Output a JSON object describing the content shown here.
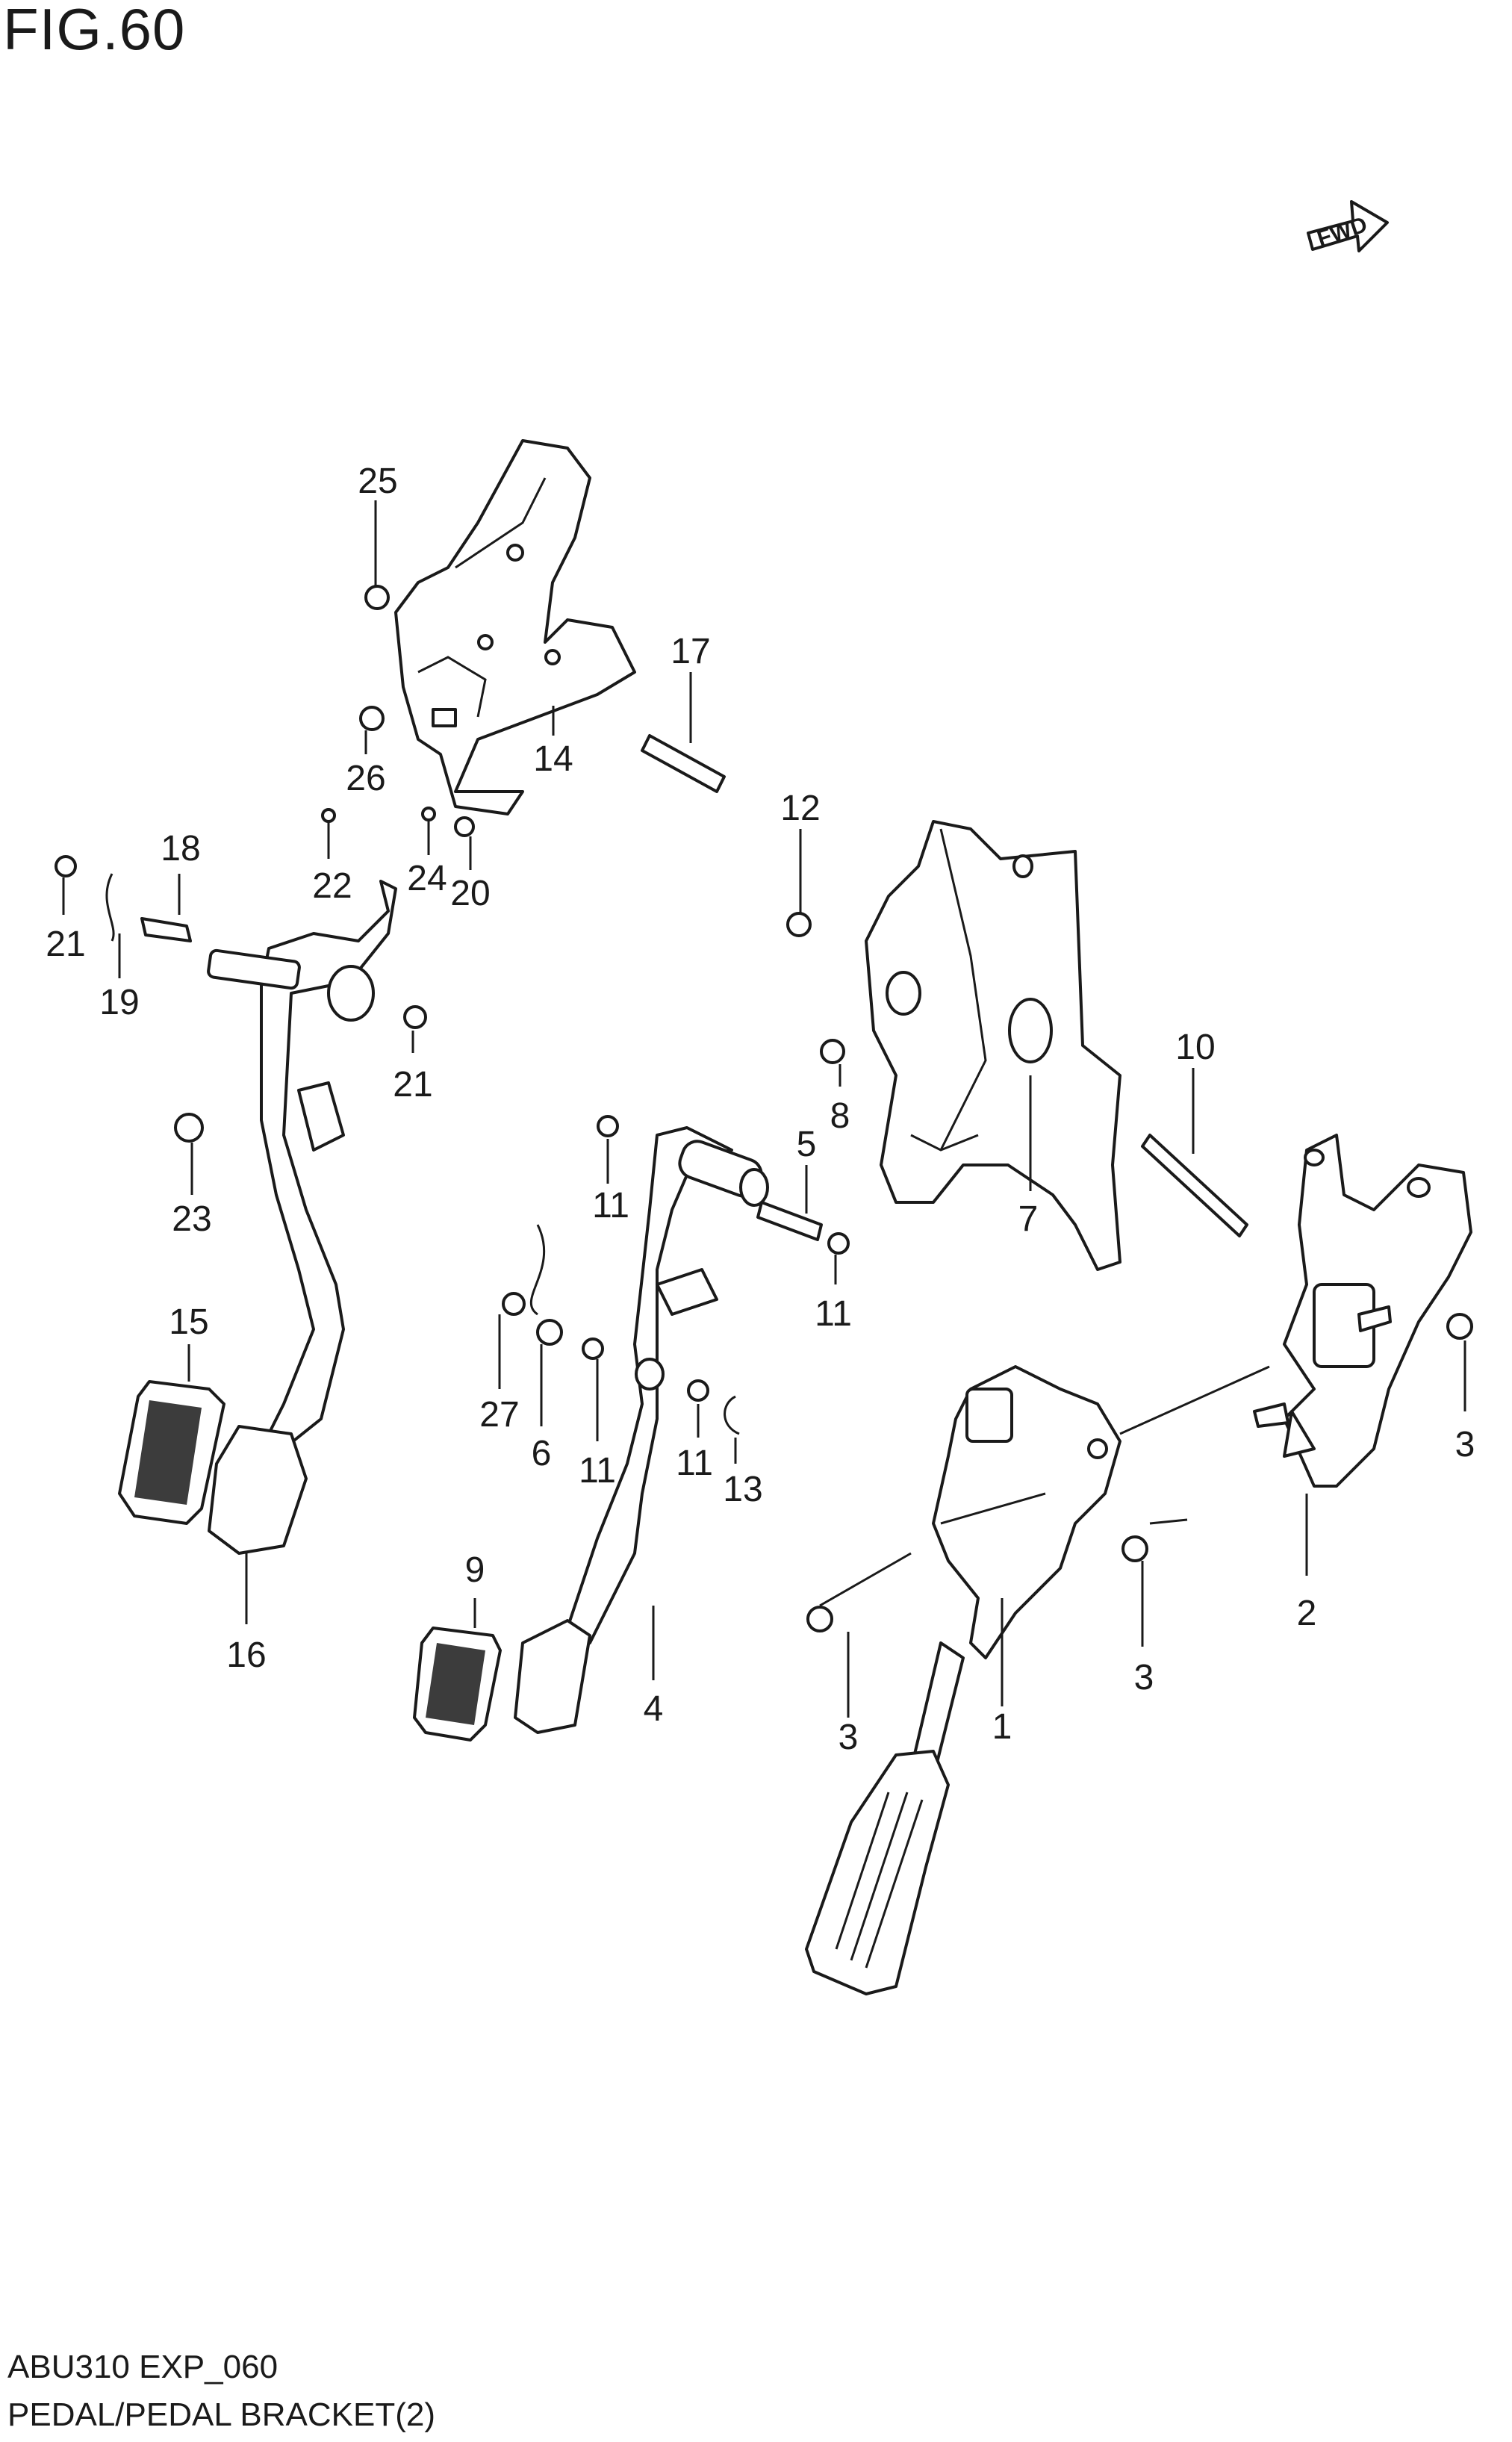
{
  "figure": {
    "title": "FIG.60"
  },
  "footer": {
    "code": "ABU310 EXP_060",
    "name": "PEDAL/PEDAL BRACKET(2)"
  },
  "forward_arrow": {
    "label": "FWD"
  },
  "callouts": {
    "c1": "1",
    "c2": "2",
    "c3a": "3",
    "c3b": "3",
    "c3c": "3",
    "c4": "4",
    "c5": "5",
    "c6": "6",
    "c7": "7",
    "c8": "8",
    "c9": "9",
    "c10": "10",
    "c11a": "11",
    "c11b": "11",
    "c11c": "11",
    "c11d": "11",
    "c12": "12",
    "c13": "13",
    "c14": "14",
    "c15": "15",
    "c16": "16",
    "c17": "17",
    "c18": "18",
    "c19": "19",
    "c20": "20",
    "c21a": "21",
    "c21b": "21",
    "c22": "22",
    "c23": "23",
    "c24": "24",
    "c25": "25",
    "c26": "26",
    "c27": "27"
  },
  "colors": {
    "line": "#1a1a1a",
    "background": "#ffffff"
  }
}
